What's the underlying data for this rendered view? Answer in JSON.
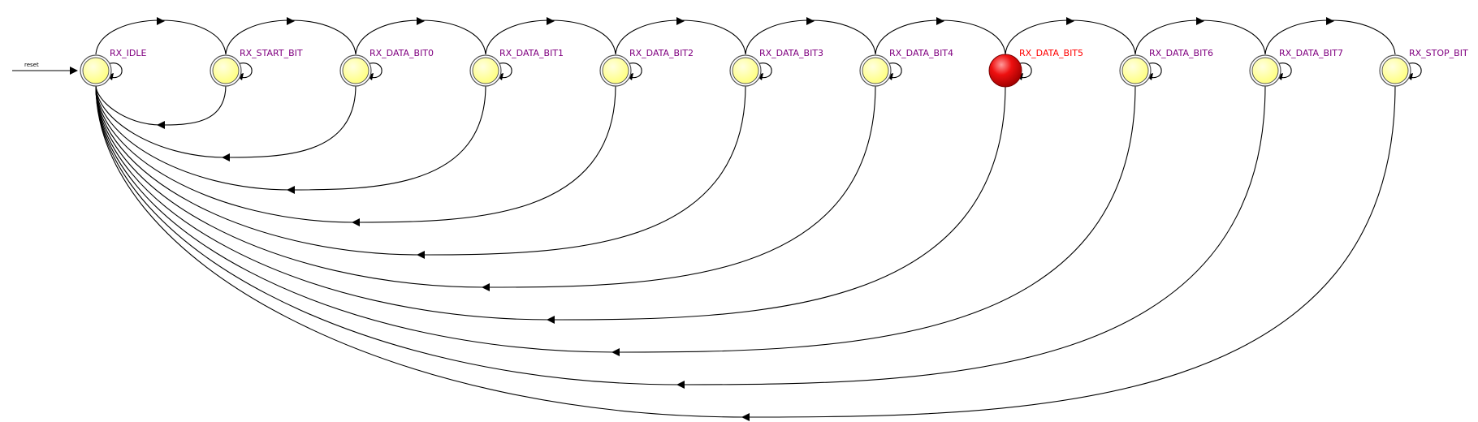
{
  "diagram": {
    "reset_label": "reset",
    "states": [
      {
        "name": "RX_IDLE",
        "active": false
      },
      {
        "name": "RX_START_BIT",
        "active": false
      },
      {
        "name": "RX_DATA_BIT0",
        "active": false
      },
      {
        "name": "RX_DATA_BIT1",
        "active": false
      },
      {
        "name": "RX_DATA_BIT2",
        "active": false
      },
      {
        "name": "RX_DATA_BIT3",
        "active": false
      },
      {
        "name": "RX_DATA_BIT4",
        "active": false
      },
      {
        "name": "RX_DATA_BIT5",
        "active": true
      },
      {
        "name": "RX_DATA_BIT6",
        "active": false
      },
      {
        "name": "RX_DATA_BIT7",
        "active": false
      },
      {
        "name": "RX_STOP_BIT",
        "active": false
      }
    ],
    "transitions_forward": [
      [
        "RX_IDLE",
        "RX_START_BIT"
      ],
      [
        "RX_START_BIT",
        "RX_DATA_BIT0"
      ],
      [
        "RX_DATA_BIT0",
        "RX_DATA_BIT1"
      ],
      [
        "RX_DATA_BIT1",
        "RX_DATA_BIT2"
      ],
      [
        "RX_DATA_BIT2",
        "RX_DATA_BIT3"
      ],
      [
        "RX_DATA_BIT3",
        "RX_DATA_BIT4"
      ],
      [
        "RX_DATA_BIT4",
        "RX_DATA_BIT5"
      ],
      [
        "RX_DATA_BIT5",
        "RX_DATA_BIT6"
      ],
      [
        "RX_DATA_BIT6",
        "RX_DATA_BIT7"
      ],
      [
        "RX_DATA_BIT7",
        "RX_STOP_BIT"
      ]
    ],
    "transitions_return_to": "RX_IDLE",
    "colors": {
      "state_fill": "#ffff99",
      "state_stroke": "#555555",
      "active_fill": "#dd0000",
      "label": "#800080",
      "active_label": "#ff0000",
      "edge": "#000000"
    }
  }
}
